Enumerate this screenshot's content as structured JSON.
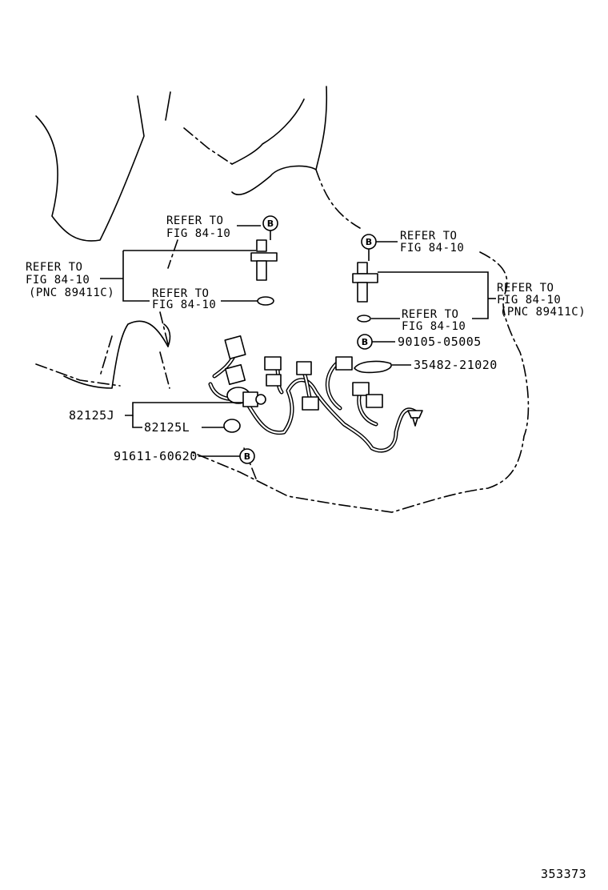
{
  "labels": {
    "refer_fig_top_left": [
      "REFER TO",
      "FIG 84-10"
    ],
    "refer_pnc_left": [
      "REFER TO",
      "FIG 84-10",
      "(PNC 89411C)"
    ],
    "refer_fig_oring_left": [
      "REFER TO",
      "FIG 84-10"
    ],
    "refer_fig_top_right": [
      "REFER TO",
      "FIG 84-10"
    ],
    "refer_pnc_right": [
      "REFER TO",
      "FIG 84-10",
      "(PNC 89411C)"
    ],
    "refer_fig_oring_right": [
      "REFER TO",
      "FIG 84-10"
    ]
  },
  "part_numbers": {
    "bolt": "90105-05005",
    "clamp": "35482-21020",
    "harness_j": "82125J",
    "harness_l": "82125L",
    "bolt_lower": "91611-60620"
  },
  "badge_letter": "B",
  "figure_id": "353373"
}
